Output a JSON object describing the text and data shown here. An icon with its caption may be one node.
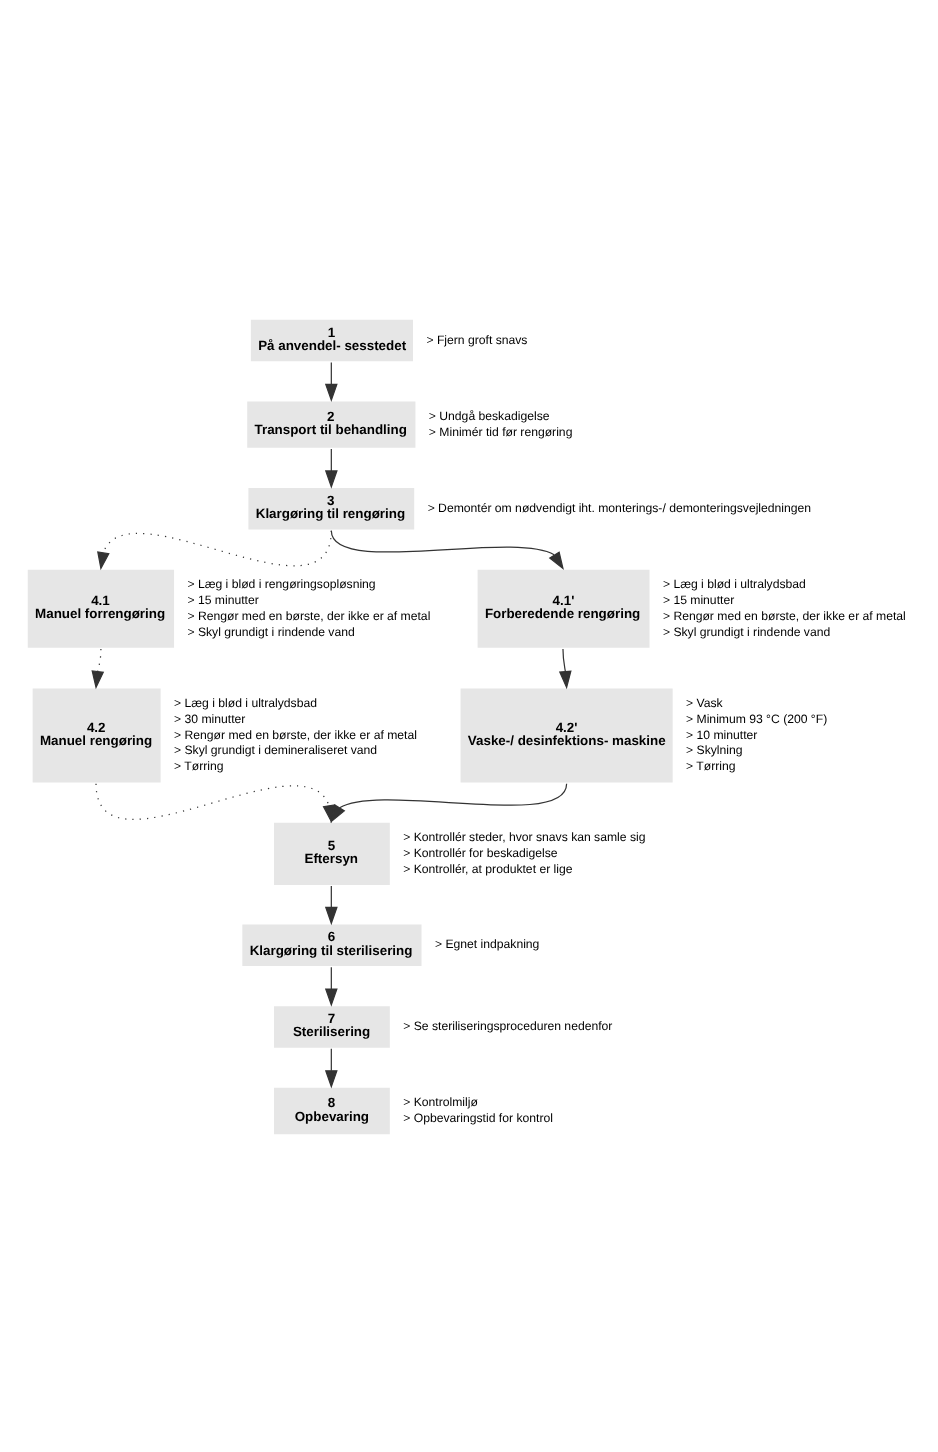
{
  "diagram": {
    "nodes": [
      {
        "text": [
          "1",
          "På anvendel- sesstedet"
        ],
        "beside": [
          "> Fjern groft snavs"
        ]
      },
      {
        "text": [
          "2",
          "Transport til behandling"
        ],
        "beside": [
          "> Undgå beskadigelse",
          "> Minimér tid før rengøring"
        ]
      },
      {
        "text": [
          "3",
          "Klargøring til rengøring"
        ],
        "beside": [
          "> Demontér om nødvendigt iht. monterings-/ demonteringsvejledningen"
        ]
      },
      {
        "text": [
          "4.1",
          "Manuel forrengøring"
        ],
        "beside": [
          "> Læg i blød i rengøringsopløsning",
          "> 15 minutter",
          "> Rengør med en børste, der ikke er af metal",
          "> Skyl grundigt i rindende vand"
        ]
      },
      {
        "text": [
          "4.2",
          "Manuel rengøring"
        ],
        "beside": [
          "> Læg i blød i ultralydsbad",
          "> 30 minutter",
          "> Rengør med en børste, der ikke er af metal",
          "> Skyl grundigt i demineraliseret vand",
          "> Tørring"
        ]
      },
      {
        "text": [
          "4.1'",
          "Forberedende rengøring"
        ],
        "beside": [
          "> Læg i blød i ultralydsbad",
          "> 15 minutter",
          "> Rengør med en børste, der ikke er af metal",
          "> Skyl grundigt i rindende vand"
        ]
      },
      {
        "text": [
          "4.2'",
          "Vaske-/ desinfektions- maskine"
        ],
        "beside": [
          "> Vask",
          "> Minimum 93 °C (200 °F)",
          "> 10 minutter",
          "> Skylning",
          "> Tørring"
        ]
      },
      {
        "text": [
          "5",
          "Eftersyn"
        ],
        "beside": [
          "> Kontrollér steder, hvor snavs kan samle sig",
          "> Kontrollér for beskadigelse",
          "> Kontrollér, at produktet er lige"
        ]
      },
      {
        "text": [
          "6",
          "Klargøring til sterilisering"
        ],
        "beside": [
          "> Egnet indpakning"
        ]
      },
      {
        "text": [
          "7",
          "Sterilisering"
        ],
        "beside": [
          "> Se steriliseringsproceduren nedenfor"
        ]
      },
      {
        "text": [
          "8",
          "Opbevaring"
        ],
        "beside": [
          "> Kontrolmiljø",
          "> Opbevaringstid for kontrol"
        ]
      }
    ],
    "edges": [
      {
        "from": 0,
        "to": 1,
        "arrow": "to"
      },
      {
        "from": 1,
        "to": 2,
        "arrow": "to"
      },
      {
        "from": 2,
        "to": 3,
        "arrow": "to",
        "style": "dashed"
      },
      {
        "from": 2,
        "to": 5,
        "arrow": "to"
      },
      {
        "from": 3,
        "to": 4,
        "arrow": "to",
        "style": "dashed"
      },
      {
        "from": 5,
        "to": 6,
        "arrow": "to"
      },
      {
        "from": 4,
        "to": 7,
        "arrow": "to",
        "style": "dashed"
      },
      {
        "from": 6,
        "to": 7,
        "arrow": "to"
      },
      {
        "from": 7,
        "to": 8,
        "arrow": "to"
      },
      {
        "from": 8,
        "to": 9,
        "arrow": "to"
      },
      {
        "from": 9,
        "to": 10,
        "arrow": "to"
      }
    ]
  }
}
